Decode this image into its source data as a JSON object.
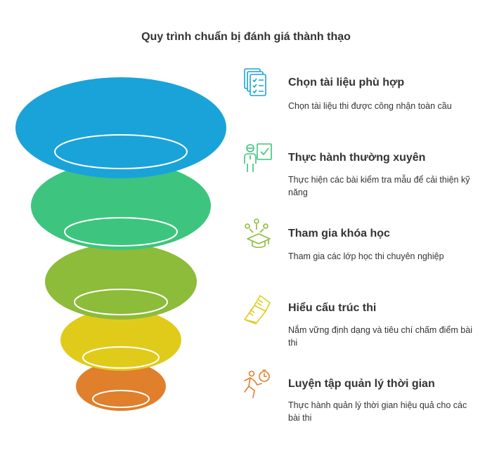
{
  "title": "Quy trình chuẩn bị đánh giá thành thạo",
  "colors": [
    "#1aa3d9",
    "#3dc57f",
    "#8dbb3a",
    "#e0cb1b",
    "#e07f2c"
  ],
  "steps": [
    {
      "title": "Chọn tài liệu phù hợp",
      "desc": "Chọn tài liệu thi được công nhận toàn cầu",
      "icon": "documents-checklist-icon",
      "color": "#1aa3d9"
    },
    {
      "title": "Thực hành thường xuyên",
      "desc": "Thực hiện các bài kiểm tra mẫu để cải thiện kỹ năng",
      "icon": "person-checkboard-icon",
      "color": "#3dc57f"
    },
    {
      "title": "Tham gia khóa học",
      "desc": "Tham gia các lớp học thi chuyên nghiệp",
      "icon": "graduation-cap-icon",
      "color": "#8dbb3a"
    },
    {
      "title": "Hiểu cấu trúc thi",
      "desc": "Nắm vững định dạng và tiêu chí chấm điểm bài thi",
      "icon": "open-book-icon",
      "color": "#e0cb1b"
    },
    {
      "title": "Luyện tập quản lý thời gian",
      "desc": "Thực hành quản lý thời gian hiệu quả cho các bài thi",
      "icon": "running-stopwatch-icon",
      "color": "#e07f2c"
    }
  ]
}
